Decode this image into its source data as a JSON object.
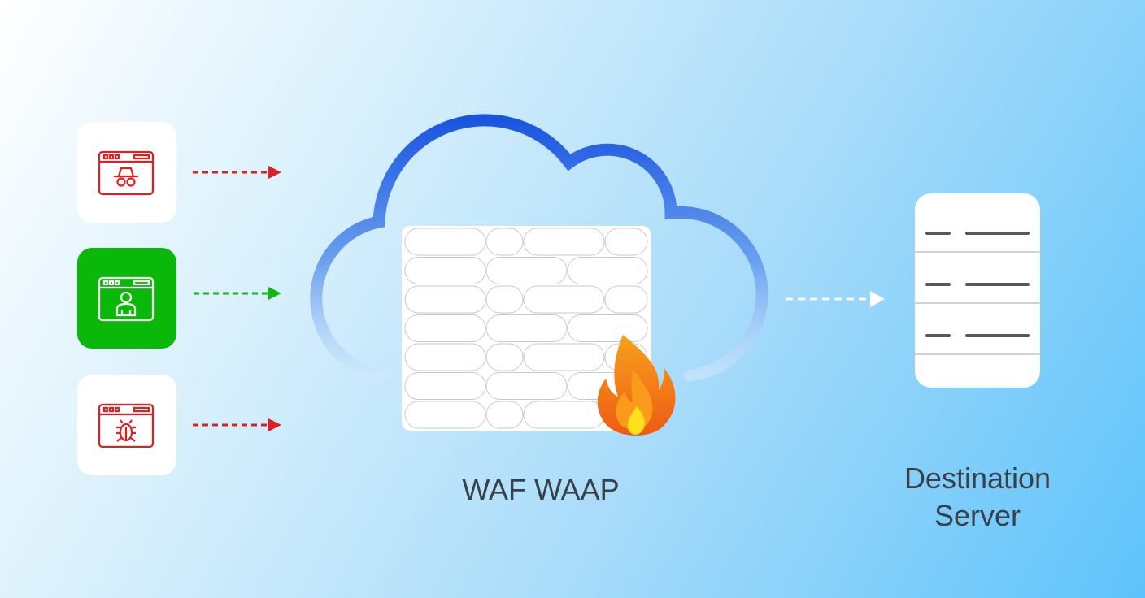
{
  "clients": [
    {
      "name": "anonymous-spy",
      "icon": "spy-browser-icon",
      "color": "#e02020",
      "bg": "#ffffff"
    },
    {
      "name": "legitimate-user",
      "icon": "user-browser-icon",
      "color": "#ffffff",
      "bg": "#0ab80a"
    },
    {
      "name": "malware-bot",
      "icon": "bug-browser-icon",
      "color": "#e02020",
      "bg": "#ffffff"
    }
  ],
  "waf": {
    "label": "WAF WAAP",
    "icon": "fire-icon"
  },
  "destination": {
    "label_line1": "Destination",
    "label_line2": "Server",
    "icon": "server-icon"
  },
  "colors": {
    "malicious": "#e02020",
    "legit": "#12b812",
    "cloud_top": "#1a55e0",
    "cloud_bottom": "#b4dcf8"
  }
}
